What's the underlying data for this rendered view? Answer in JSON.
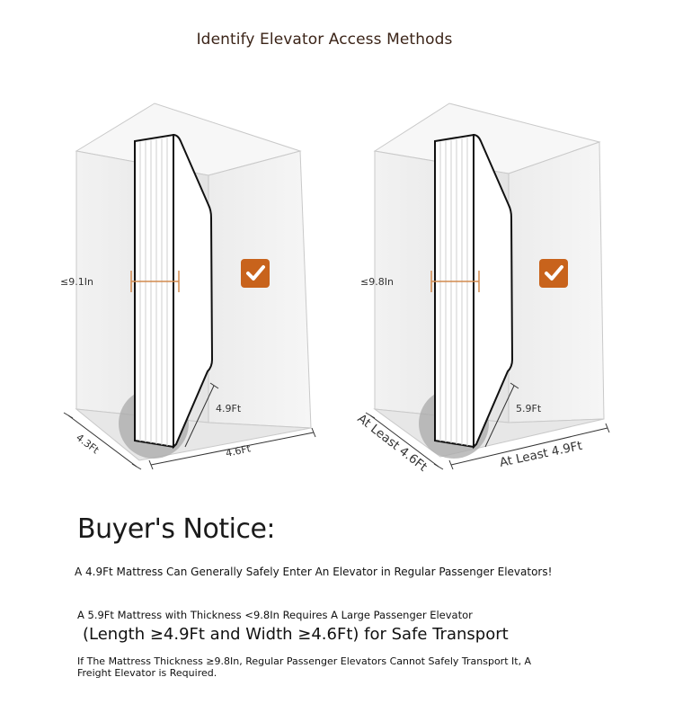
{
  "header": {
    "title": "Identify Elevator Access Methods"
  },
  "panels": [
    {
      "thickness_label": "≤9.1In",
      "mattress_width_label": "4.9Ft",
      "depth_label": "4.3Ft",
      "width_label": "4.6Ft",
      "check_icon": "checkmark-badge-icon"
    },
    {
      "thickness_label": "≤9.8In",
      "mattress_width_label": "5.9Ft",
      "depth_label": "At Least 4.6Ft",
      "width_label": "At Least 4.9Ft",
      "check_icon": "checkmark-badge-icon"
    }
  ],
  "colors": {
    "accent_orange": "#c8631c",
    "measure_line": "#d28a4e",
    "title_brown": "#3b2418"
  },
  "notice": {
    "heading": "Buyer's Notice:",
    "line1": "A 4.9Ft Mattress Can Generally Safely Enter An Elevator in Regular Passenger Elevators!",
    "line2": "A 5.9Ft Mattress with Thickness <9.8In Requires A Large Passenger Elevator",
    "line3": "(Length ≥4.9Ft and Width ≥4.6Ft) for Safe Transport",
    "line4": "If The Mattress Thickness ≥9.8In, Regular Passenger Elevators Cannot Safely Transport It, A Freight Elevator is Required."
  }
}
